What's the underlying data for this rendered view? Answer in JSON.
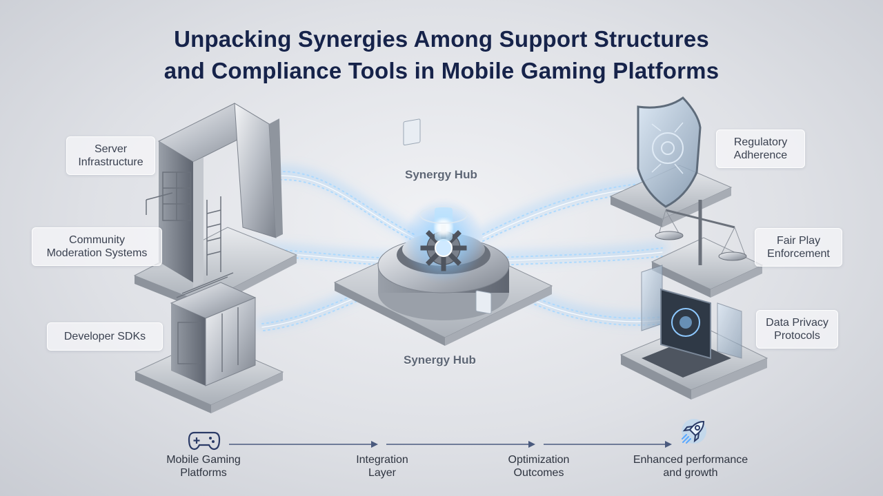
{
  "title": {
    "line1": "Unpacking Synergies Among Support Structures",
    "line2": "and Compliance Tools in Mobile Gaming Platforms"
  },
  "left_labels": [
    {
      "line1": "Server",
      "line2": "Infrastructure"
    },
    {
      "line1": "Community",
      "line2": "Moderation Systems"
    },
    {
      "line1": "Developer SDKs",
      "line2": ""
    }
  ],
  "right_labels": [
    {
      "line1": "Regulatory",
      "line2": "Adherence"
    },
    {
      "line1": "Fair Play",
      "line2": "Enforcement"
    },
    {
      "line1": "Data Privacy",
      "line2": "Protocols"
    }
  ],
  "hub_labels": {
    "top": "Synergy Hub",
    "bottom": "Synergy Hub"
  },
  "flow": [
    {
      "line1": "Mobile Gaming",
      "line2": "Platforms",
      "icon": "gamepad-icon"
    },
    {
      "line1": "Integration",
      "line2": "Layer",
      "icon": ""
    },
    {
      "line1": "Optimization",
      "line2": "Outcomes",
      "icon": ""
    },
    {
      "line1": "Enhanced performance",
      "line2": "and growth",
      "icon": "rocket-icon"
    }
  ],
  "colors": {
    "title": "#16234a",
    "glow": "#6fb5ff",
    "arrow": "#4a5a7e"
  }
}
